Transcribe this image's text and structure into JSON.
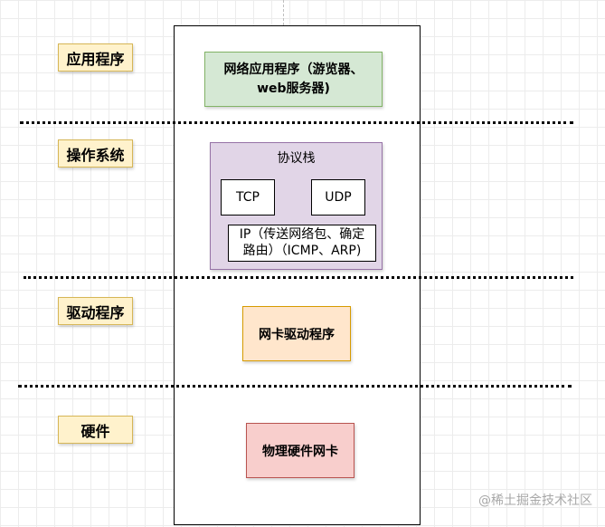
{
  "layers": {
    "application": "应用程序",
    "os": "操作系统",
    "driver": "驱动程序",
    "hardware": "硬件"
  },
  "nodes": {
    "app_line1": "网络应用程序（游览器、",
    "app_line2": "web服务器)",
    "stack_title": "协议栈",
    "tcp": "TCP",
    "udp": "UDP",
    "ip_line1": "IP（传送网络包、确定",
    "ip_line2": "路由）（ICMP、ARP)",
    "driver": "网卡驱动程序",
    "hardware": "物理硬件网卡"
  },
  "watermark": "@稀土掘金技术社区",
  "colors": {
    "label_fill": "#fff2cc",
    "label_stroke": "#d6b656",
    "app_fill": "#d5e8d4",
    "app_stroke": "#82b366",
    "stack_fill": "#e1d5e7",
    "stack_stroke": "#9673a6",
    "driver_fill": "#ffe6cc",
    "driver_stroke": "#d79b00",
    "hw_fill": "#f8cecc",
    "hw_stroke": "#b85450"
  }
}
